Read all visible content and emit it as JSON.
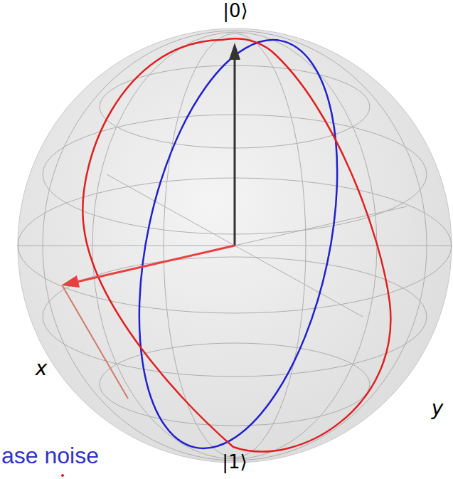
{
  "diagram": {
    "labels": [
      "|0⟩",
      "|1⟩",
      "x",
      "y",
      "ase noise"
    ]
  }
}
